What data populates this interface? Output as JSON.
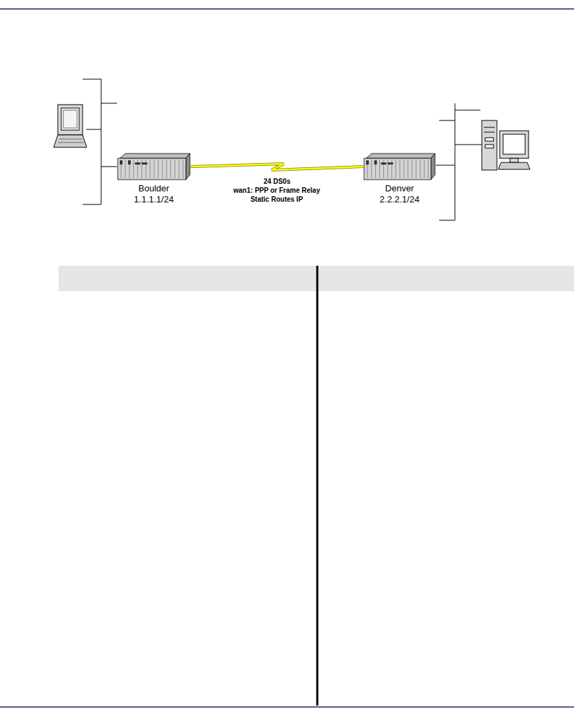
{
  "diagram": {
    "nodes": [
      {
        "text": [
          "Boulder",
          "1.1.1.1/24"
        ]
      },
      {
        "text": [
          "Denver",
          "2.2.2.1/24"
        ]
      }
    ],
    "edges": [
      {
        "from": 0,
        "to": 1,
        "arrow": "none",
        "label": "24 DS0s"
      }
    ],
    "labels": [
      "wan1: PPP or Frame Relay",
      "Static Routes IP"
    ]
  }
}
